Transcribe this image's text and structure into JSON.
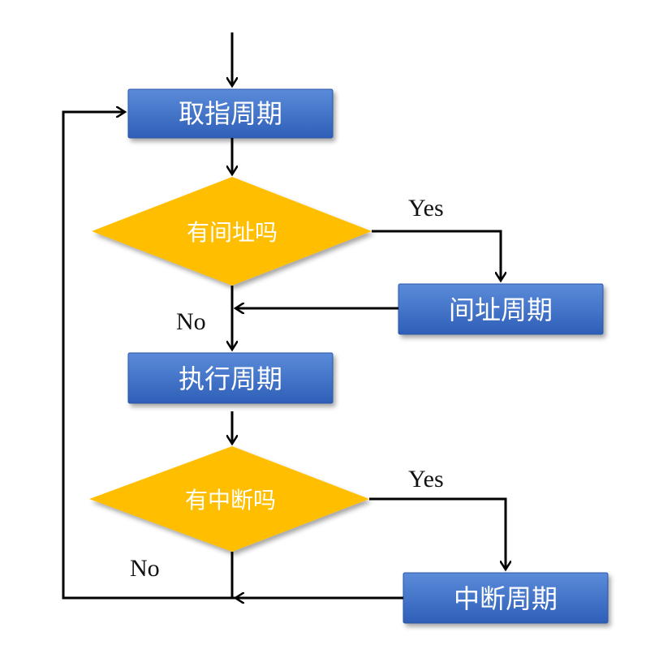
{
  "nodes": {
    "fetch_cycle": "取指周期",
    "has_indirect": "有间址吗",
    "indirect_cycle": "间址周期",
    "execute_cycle": "执行周期",
    "has_interrupt": "有中断吗",
    "interrupt_cycle": "中断周期"
  },
  "labels": {
    "indirect_yes": "Yes",
    "indirect_no": "No",
    "interrupt_yes": "Yes",
    "interrupt_no": "No"
  },
  "colors": {
    "process_fill_top": "#5B8BD9",
    "process_fill_bottom": "#2E5FB8",
    "decision_fill": "#FFBF00",
    "line": "#000000"
  }
}
